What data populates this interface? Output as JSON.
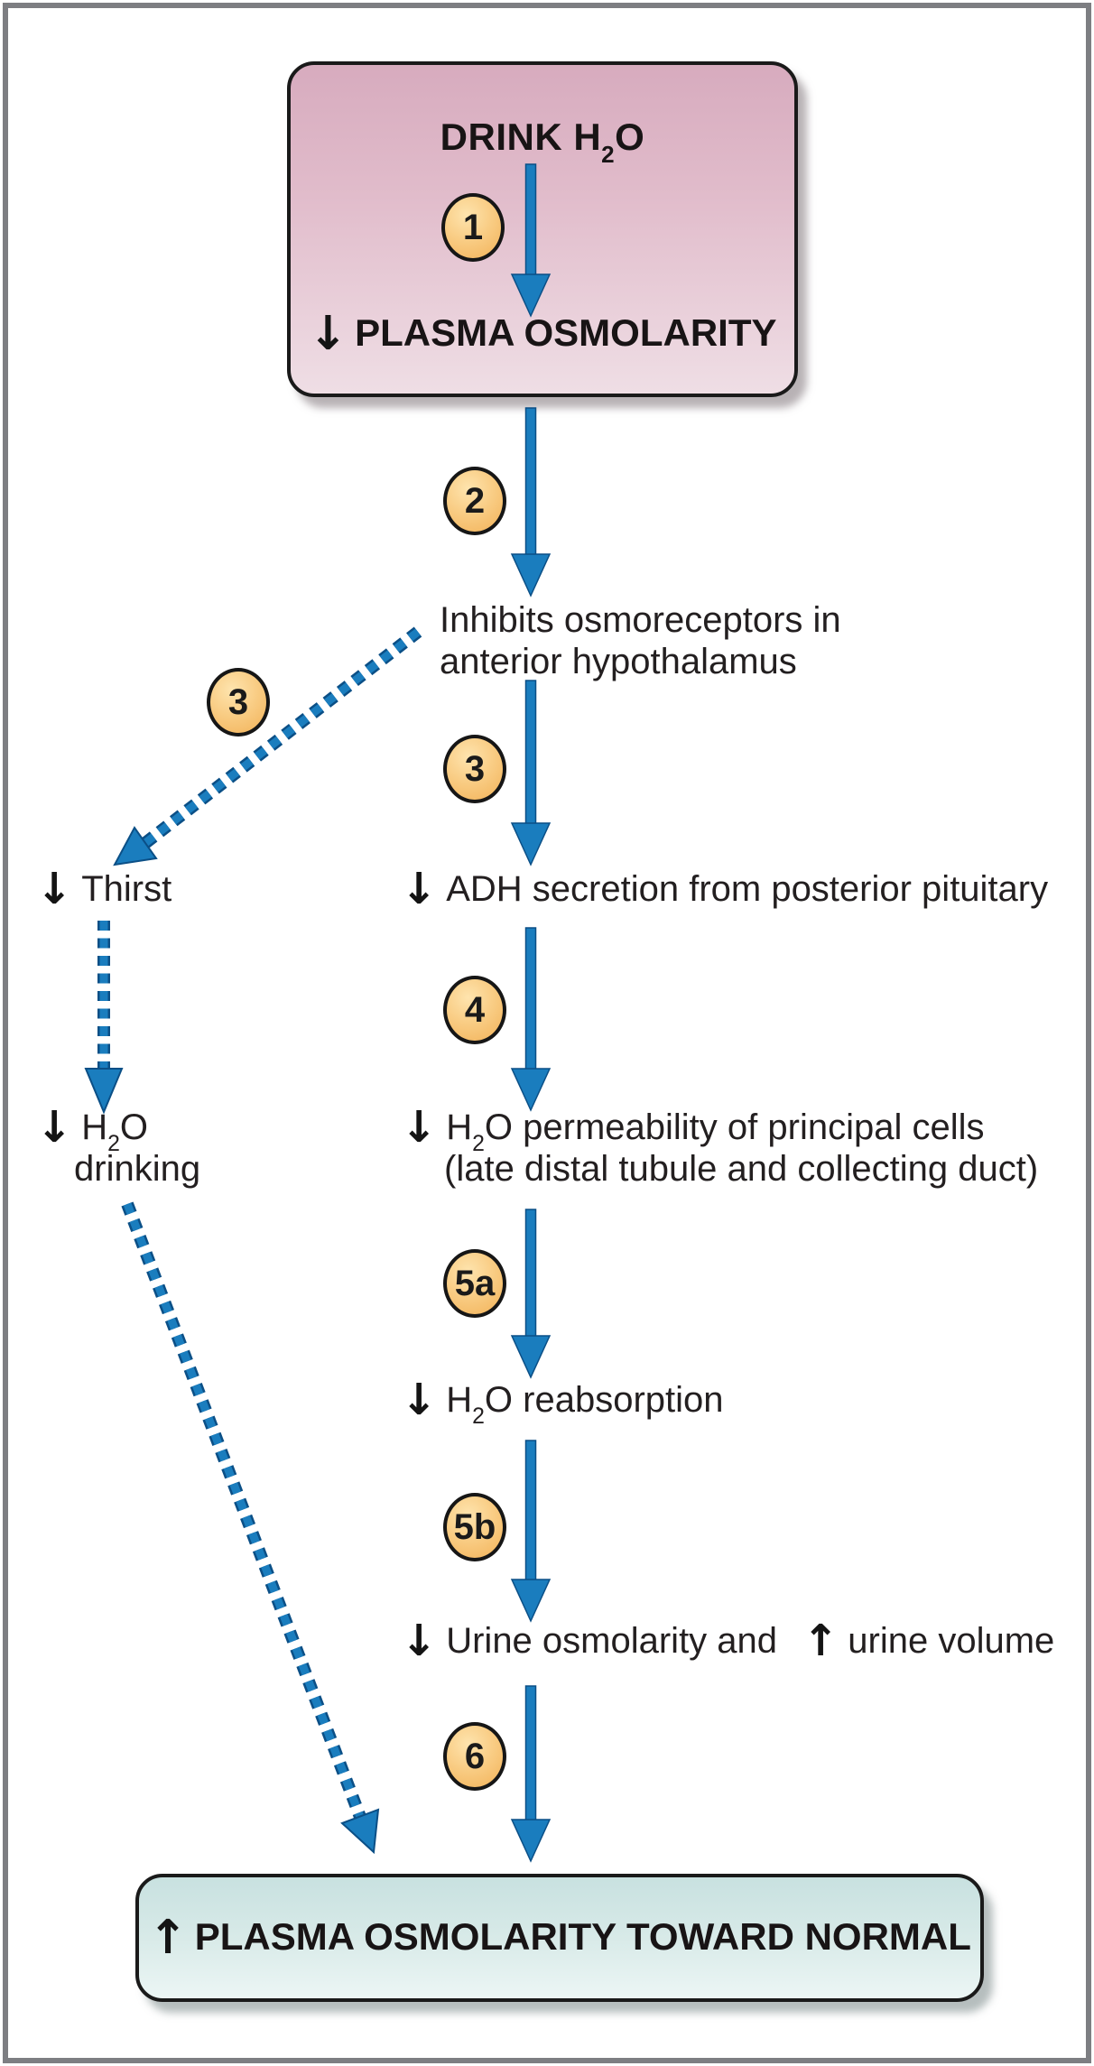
{
  "colors": {
    "arrow_blue": "#1a7dbe",
    "arrow_outline": "#0b4f86",
    "badge_orange": "#f6c173",
    "box_pink_top": "#d7abbe",
    "box_pink_bottom": "#efdee5",
    "box_teal_top": "#c8e1e0",
    "box_teal_bottom": "#ecf6f5",
    "frame_gray": "#7d7e82",
    "text": "#231f20"
  },
  "glyphs": {
    "down": "↓",
    "up": "↑"
  },
  "top_box": {
    "title_pre": "DRINK H",
    "title_sub": "2",
    "title_post": "O",
    "result_label": "PLASMA OSMOLARITY"
  },
  "badges": {
    "b1": "1",
    "b2": "2",
    "b3_left": "3",
    "b3_right": "3",
    "b4": "4",
    "b5a": "5a",
    "b5b": "5b",
    "b6": "6"
  },
  "nodes": {
    "osmoreceptors": {
      "line1": "Inhibits osmoreceptors in",
      "line2": "anterior hypothalamus"
    },
    "thirst": {
      "label": "Thirst"
    },
    "adh": {
      "label": "ADH secretion from posterior pituitary"
    },
    "h2o_drinking": {
      "pre": "H",
      "sub": "2",
      "post": "O",
      "line2": "drinking"
    },
    "permeability": {
      "pre": "H",
      "sub": "2",
      "post": "O",
      "rest": " permeability of principal cells",
      "line2": "(late distal tubule and collecting duct)"
    },
    "reabsorption": {
      "pre": "H",
      "sub": "2",
      "post": "O",
      "rest": " reabsorption"
    },
    "urine": {
      "part1": "Urine osmolarity and",
      "part2": "urine volume"
    }
  },
  "bottom_box": {
    "label": "PLASMA OSMOLARITY TOWARD NORMAL"
  }
}
